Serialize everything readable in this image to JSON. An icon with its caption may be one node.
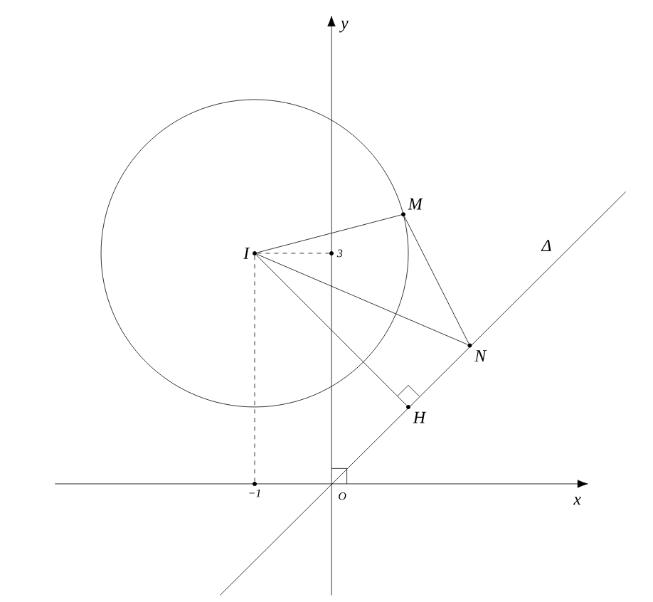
{
  "diagram": {
    "nodes": [
      {
        "text": [
          "I"
        ]
      },
      {
        "text": [
          "M"
        ]
      },
      {
        "text": [
          "N"
        ]
      },
      {
        "text": [
          "H"
        ]
      },
      {
        "text": [
          "3"
        ]
      },
      {
        "text": [
          "−1"
        ]
      }
    ],
    "edges": [
      {
        "from": 0,
        "to": 1,
        "arrow": "none"
      },
      {
        "from": 0,
        "to": 2,
        "arrow": "none"
      },
      {
        "from": 0,
        "to": 3,
        "arrow": "none"
      },
      {
        "from": 1,
        "to": 2,
        "arrow": "none"
      },
      {
        "from": 0,
        "to": 4,
        "arrow": "none",
        "style": "dashed"
      },
      {
        "from": 0,
        "to": 5,
        "arrow": "none",
        "style": "dashed"
      }
    ],
    "labels": [
      "y",
      "Δ",
      "O",
      "x"
    ]
  }
}
